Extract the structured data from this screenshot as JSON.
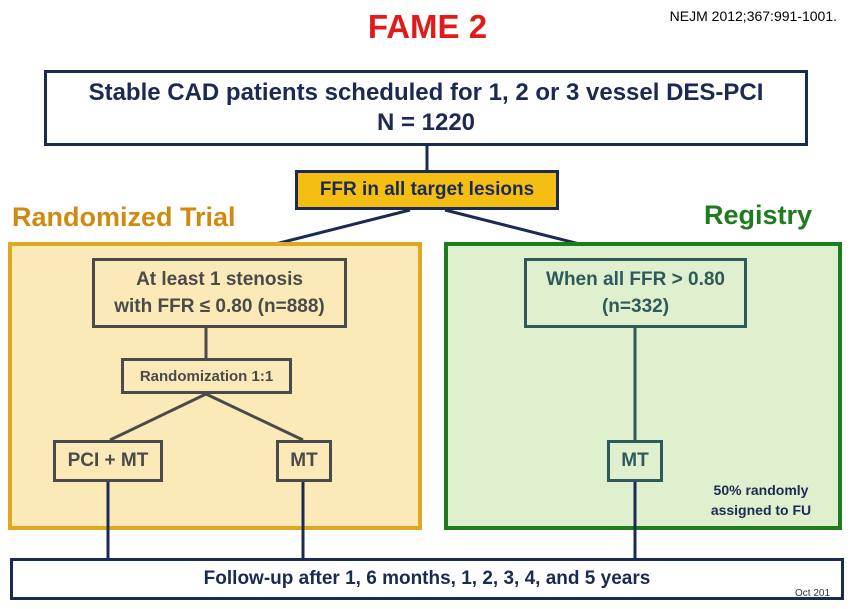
{
  "title": "FAME 2",
  "reference": "NEJM 2012;367:991-1001.",
  "top_box": {
    "line1": "Stable CAD patients scheduled for 1, 2 or 3 vessel DES-PCI",
    "line2": "N = 1220"
  },
  "ffr_box": "FFR in all target lesions",
  "randomized": {
    "label": "Randomized Trial",
    "stenosis_line1": "At least 1 stenosis",
    "stenosis_line2": "with FFR ≤ 0.80 (n=888)",
    "randomization": "Randomization 1:1",
    "arm_pci": "PCI + MT",
    "arm_mt": "MT"
  },
  "registry": {
    "label": "Registry",
    "ffr_line1": "When all FFR > 0.80",
    "ffr_line2": "(n=332)",
    "arm_mt": "MT",
    "note_line1": "50% randomly",
    "note_line2": "assigned to FU"
  },
  "follow_up": "Follow-up  after 1, 6 months, 1, 2, 3, 4, and 5 years",
  "footer": "Oct 201",
  "colors": {
    "title": "#e01b1b",
    "navy": "#1b2a52",
    "ffr_fill": "#f5be12",
    "randomized_border": "#e0a820",
    "randomized_fill": "#fce9b8",
    "randomized_label": "#d08a0f",
    "registry_border": "#1e7b1e",
    "registry_fill": "#dff0cf"
  }
}
